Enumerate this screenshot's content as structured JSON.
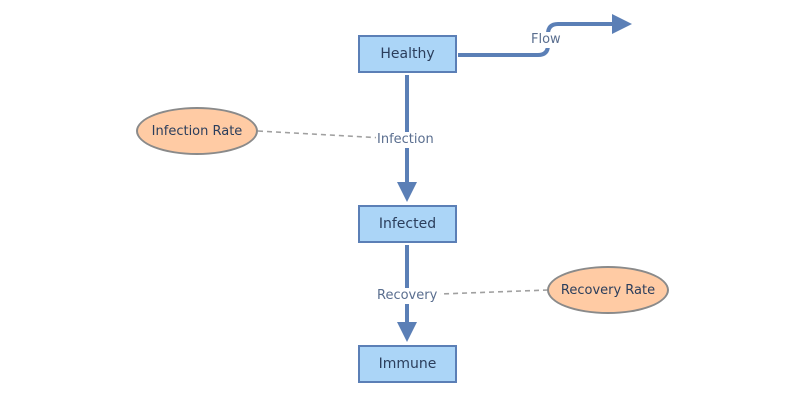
{
  "stocks": {
    "healthy": "Healthy",
    "infected": "Infected",
    "immune": "Immune"
  },
  "variables": {
    "infection_rate": "Infection Rate",
    "recovery_rate": "Recovery Rate"
  },
  "flows": {
    "outflow": "Flow",
    "infection": "Infection",
    "recovery": "Recovery"
  },
  "colors": {
    "stock_fill": "#abd5f7",
    "stock_border": "#5b7fb6",
    "flow_arrow": "#5b7fb6",
    "variable_fill": "#ffcba4",
    "variable_border": "#8a8a8a",
    "link_dash": "#a0a0a0"
  }
}
